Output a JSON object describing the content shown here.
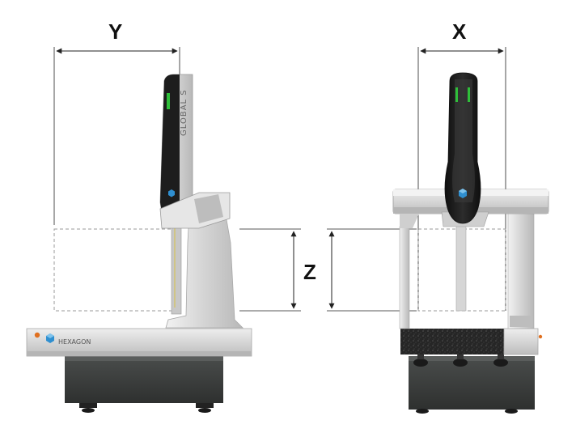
{
  "labels": {
    "y_axis": "Y",
    "x_axis": "X",
    "z_axis": "Z"
  },
  "branding": {
    "model": "GLOBAL S",
    "maker": "HEXAGON"
  },
  "icons": {
    "logo": "hexagon-logo-icon",
    "indicator": "power-indicator-icon"
  },
  "colors": {
    "frame_silver": "#d9d9d9",
    "frame_shadow": "#a8a8a8",
    "base_dark": "#3a3d3c",
    "granite": "#2a2a2a",
    "carriage_black": "#1b1b1b",
    "accent_green": "#2fbf3a",
    "logo_blue": "#2f8fd0",
    "indicator_orange": "#e07020",
    "dimension_line": "#222222",
    "dashed_box": "#999999"
  }
}
